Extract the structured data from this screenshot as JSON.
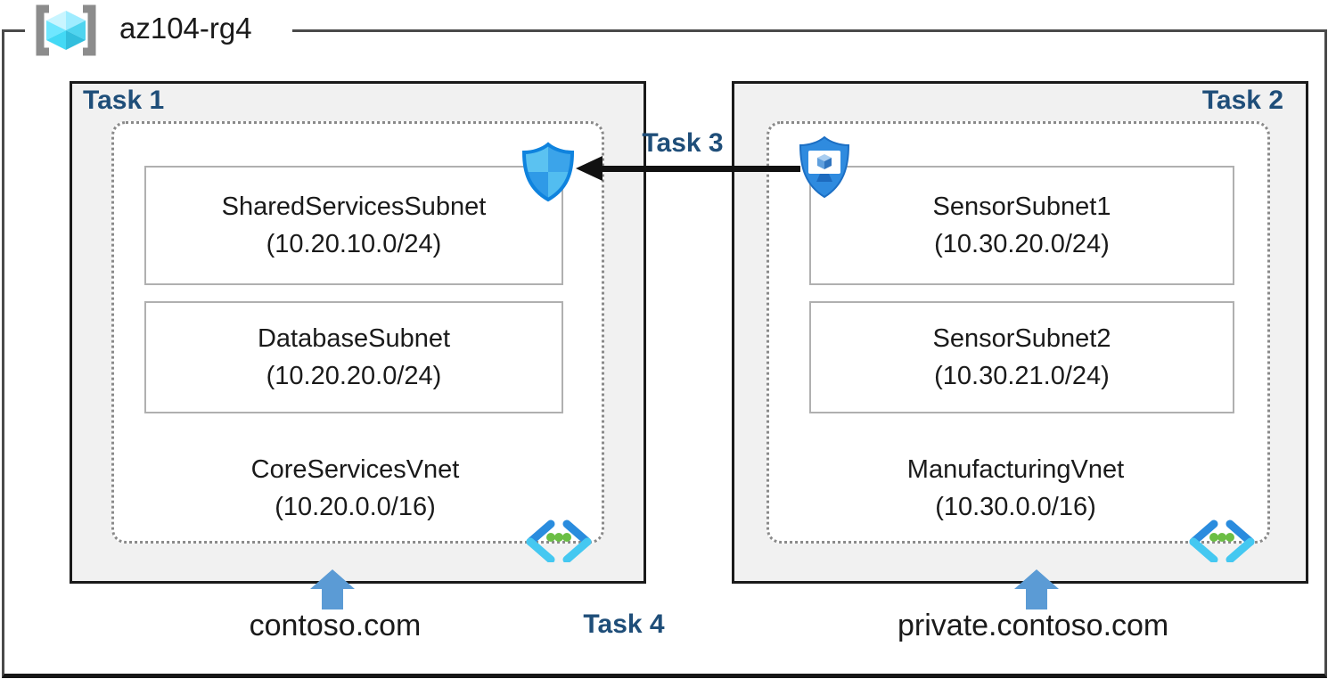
{
  "diagram": {
    "resource_group": {
      "name": "az104-rg4"
    },
    "task_labels": {
      "t1": "Task 1",
      "t2": "Task 2",
      "t3": "Task 3",
      "t4": "Task 4"
    },
    "vnets": [
      {
        "name": "CoreServicesVnet",
        "cidr": "(10.20.0.0/16)",
        "domain": "contoso.com",
        "subnets": [
          {
            "name": "SharedServicesSubnet",
            "cidr": "(10.20.10.0/24)"
          },
          {
            "name": "DatabaseSubnet",
            "cidr": "(10.20.20.0/24)"
          }
        ]
      },
      {
        "name": "ManufacturingVnet",
        "cidr": "(10.30.0.0/16)",
        "domain": "private.contoso.com",
        "subnets": [
          {
            "name": "SensorSubnet1",
            "cidr": "(10.30.20.0/24)"
          },
          {
            "name": "SensorSubnet2",
            "cidr": "(10.30.21.0/24)"
          }
        ]
      }
    ],
    "icons": {
      "resource_group": "resource-group-icon",
      "nsg": "network-security-group-icon",
      "asg": "application-security-group-icon",
      "vnet": "virtual-network-icon",
      "dns_arrow": "up-arrow-icon"
    },
    "colors": {
      "task_label": "#1f4e79",
      "box_fill": "#f1f1f1",
      "box_border": "#1a1a1a",
      "dashed_border": "#8a8a8a",
      "subnet_border": "#b0b0b0",
      "blue_arrow": "#5b9bd5",
      "black_arrow": "#111111",
      "nsg_blue": "#0f83de",
      "asg_blue": "#2f8bdf",
      "vnet_icon_green": "#6bbe45"
    }
  }
}
